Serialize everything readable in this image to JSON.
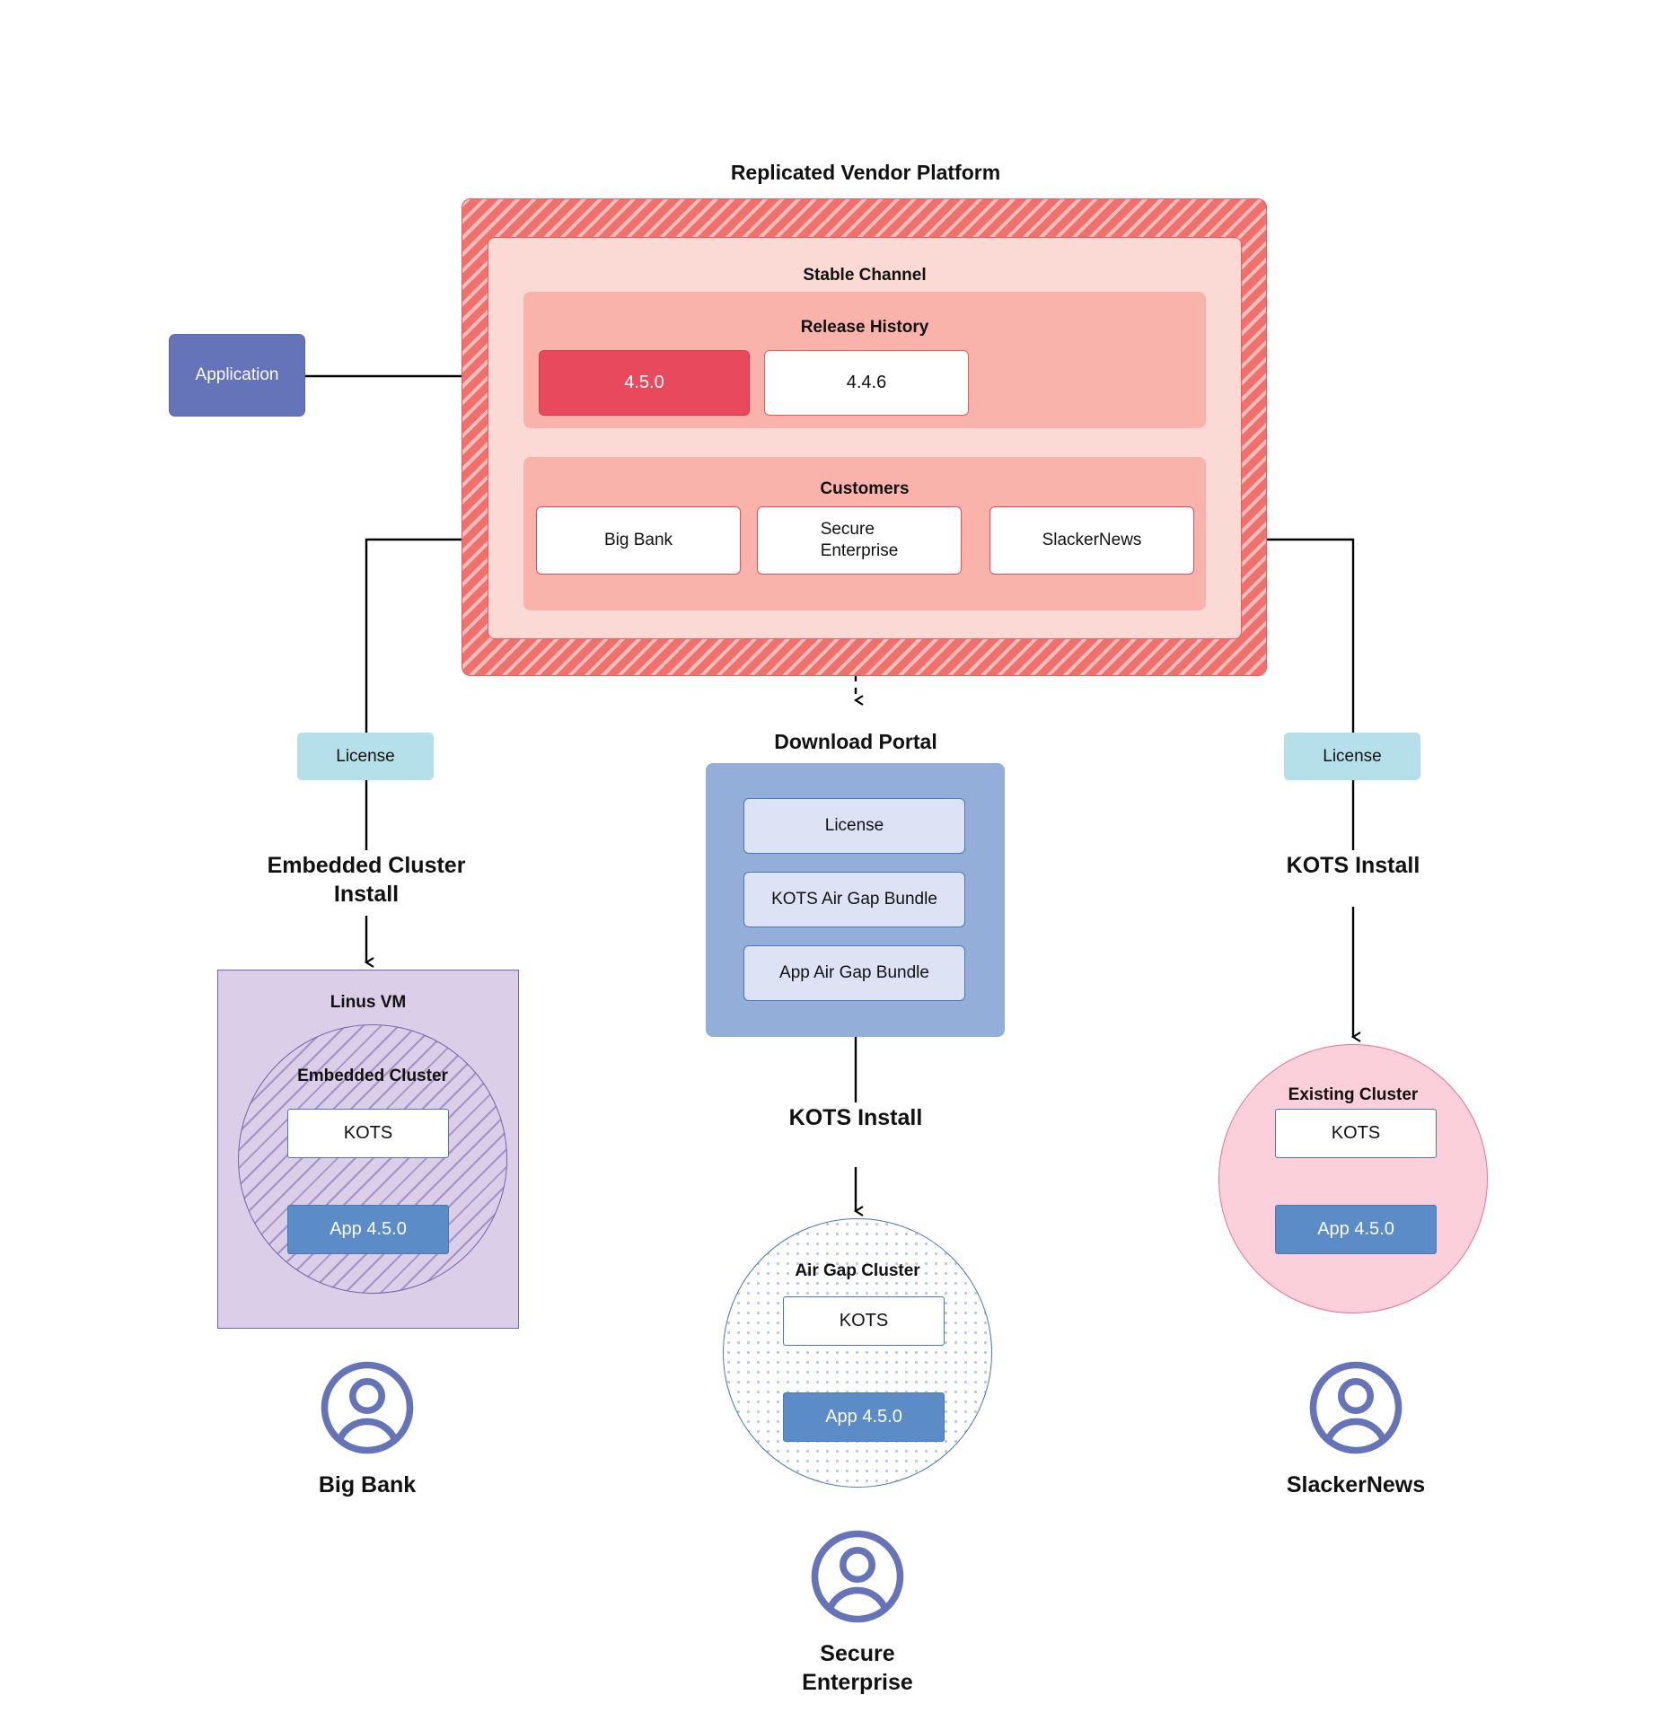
{
  "diagram": {
    "title": "Replicated Vendor Platform",
    "platform": {
      "label": "Replicated Vendor Platform",
      "channel_label": "Stable Channel",
      "release_history": {
        "label": "Release History",
        "releases": [
          {
            "version": "4.5.0",
            "state": "current"
          },
          {
            "version": "4.4.6",
            "state": "previous"
          }
        ]
      },
      "customers": {
        "label": "Customers",
        "items": [
          {
            "name": "Big Bank"
          },
          {
            "name": "Secure\nEnterprise"
          },
          {
            "name": "SlackerNews"
          }
        ]
      }
    },
    "application": {
      "label": "Application"
    },
    "licenses": {
      "left_label": "License",
      "right_label": "License"
    },
    "download_portal": {
      "title": "Download  Portal",
      "items": [
        {
          "label": "License"
        },
        {
          "label": "KOTS Air Gap Bundle"
        },
        {
          "label": "App Air Gap Bundle"
        }
      ]
    },
    "install_labels": {
      "left": "Embedded Cluster\nInstall",
      "center": "KOTS Install",
      "right": "KOTS Install"
    },
    "targets": {
      "left": {
        "host_label": "Linus VM",
        "cluster_label": "Embedded Cluster",
        "kots_label": "KOTS",
        "app_label": "App 4.5.0",
        "customer_label": "Big Bank"
      },
      "center": {
        "cluster_label": "Air Gap Cluster",
        "kots_label": "KOTS",
        "app_label": "App 4.5.0",
        "customer_label": "Secure\nEnterprise"
      },
      "right": {
        "cluster_label": "Existing Cluster",
        "kots_label": "KOTS",
        "app_label": "App 4.5.0",
        "customer_label": "SlackerNews"
      }
    },
    "colors": {
      "platform_red": "#f0706c",
      "channel_pink": "#fbd9d5",
      "panel_pink": "#f9b3ab",
      "release_current": "#e8495c",
      "application_blue": "#6573b8",
      "license_cyan": "#b5e0ea",
      "portal_blue": "#93aed9",
      "portal_item": "#dde3f5",
      "vm_purple": "#dacee9",
      "existing_pink": "#fbd0da",
      "app_blue": "#5b8cc8",
      "avatar_blue": "#6573b8"
    }
  }
}
